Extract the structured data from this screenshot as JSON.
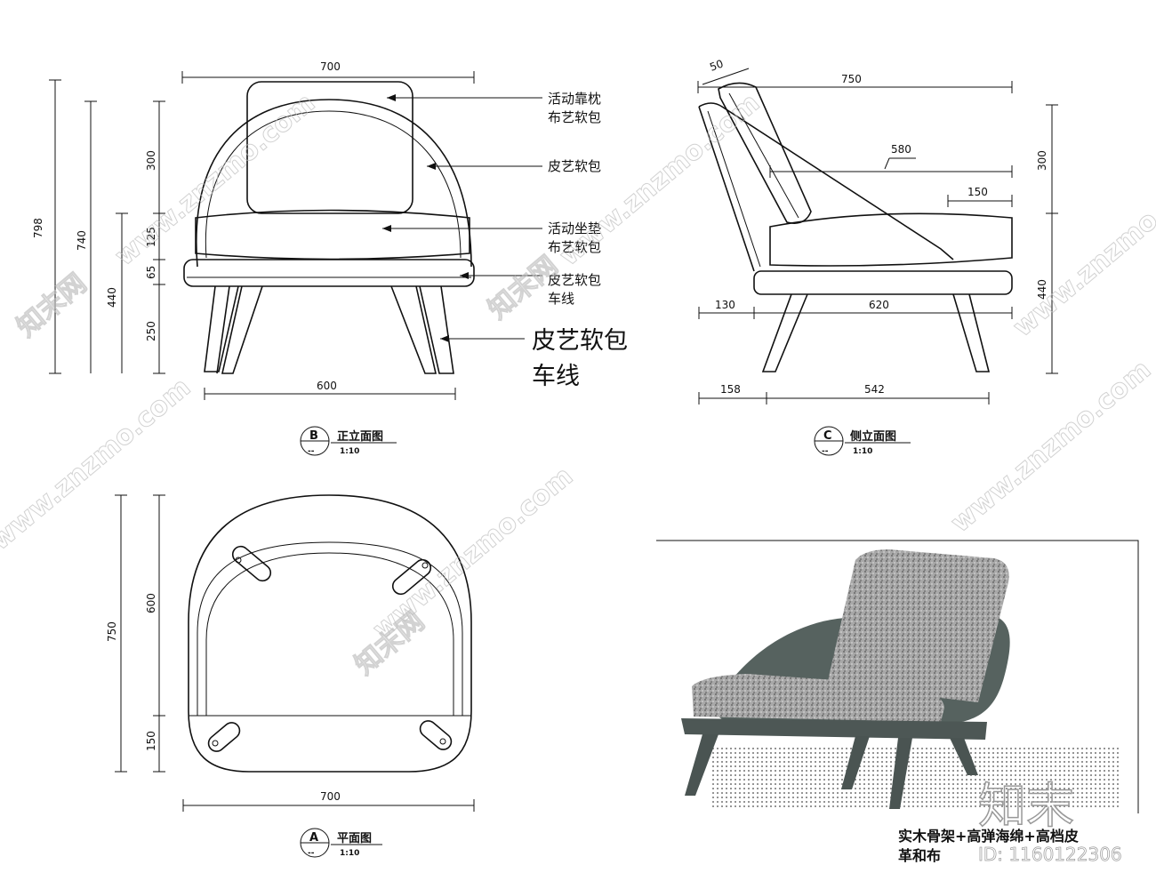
{
  "front_view": {
    "dims": {
      "width_top": "700",
      "width_bottom": "600",
      "h_total": "798",
      "h_740": "740",
      "h_440": "440",
      "h_300": "300",
      "h_125": "125",
      "h_65": "65",
      "h_250": "250"
    },
    "labels": {
      "pillow_1": "活动靠枕",
      "pillow_2": "布艺软包",
      "shell": "皮艺软包",
      "cushion_1": "活动坐垫",
      "cushion_2": "布艺软包",
      "base_1": "皮艺软包",
      "base_2": "车线",
      "leg_big_1": "皮艺软包",
      "leg_big_2": "车线"
    },
    "title": {
      "letter": "B",
      "name": "正立面图",
      "code": "--",
      "scale": "1:10"
    }
  },
  "side_view": {
    "dims": {
      "pillow_thick": "50",
      "depth_top": "750",
      "d_580": "580",
      "d_150": "150",
      "d_130": "130",
      "d_620": "620",
      "d_158": "158",
      "d_542": "542",
      "h_300": "300",
      "h_440": "440"
    },
    "title": {
      "letter": "C",
      "name": "侧立面图",
      "code": "--",
      "scale": "1:10"
    }
  },
  "plan_view": {
    "dims": {
      "depth": "750",
      "d_600": "600",
      "d_150": "150",
      "width": "700"
    },
    "title": {
      "letter": "A",
      "name": "平面图",
      "code": "--",
      "scale": "1:10"
    }
  },
  "photo_caption": {
    "line1": "实木骨架+高弹海绵+高档皮",
    "line2": "革和布"
  },
  "watermarks": {
    "site": "www.znzmo.com",
    "cn": "知末网",
    "logo": "知末",
    "id": "ID: 1160122306"
  },
  "colors": {
    "line": "#111111",
    "fabric": "#9a9a9a",
    "leather": "#4f5a57",
    "base": "#5b6563"
  }
}
